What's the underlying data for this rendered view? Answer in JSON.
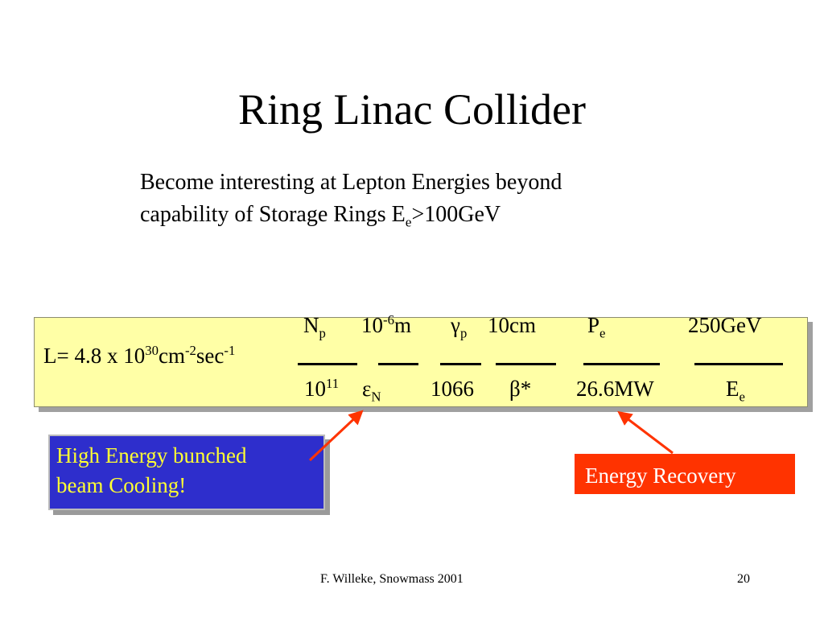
{
  "slide": {
    "title": "Ring Linac Collider",
    "intro": {
      "line1": "Become interesting at Lepton Energies beyond",
      "line2_text": "capability of Storage Rings  E",
      "line2_sub": "e",
      "line2_tail": ">100GeV"
    },
    "formula": {
      "lhs": {
        "prefix": "L= 4.8 x 10",
        "exp1": "30",
        "cm": "cm",
        "exp2": "-2",
        "sec": "sec",
        "exp3": "-1"
      },
      "fractions": [
        {
          "num": "N",
          "num_sub": "p",
          "den": "10",
          "den_sup": "11"
        },
        {
          "num": "10",
          "num_sup": "-6",
          "num_tail": "m",
          "den": "ε",
          "den_sub": "N"
        },
        {
          "num": "γ",
          "num_sub": "p",
          "den": "1066"
        },
        {
          "num": "10cm",
          "den": "β*"
        },
        {
          "num": "P",
          "num_sub": "e",
          "den": "26.6MW"
        },
        {
          "num": "250GeV",
          "den": "E",
          "den_sub": "e"
        }
      ]
    },
    "callouts": {
      "cooling": {
        "line1": "High Energy  bunched",
        "line2": "beam Cooling!"
      },
      "recovery": "Energy Recovery"
    },
    "footer": {
      "credit": "F. Willeke, Snowmass  2001",
      "page": "20"
    },
    "colors": {
      "formula_bg": "#ffffa6",
      "cooling_bg": "#2e2ecc",
      "cooling_text": "#ffff33",
      "recovery_bg": "#ff3300",
      "arrow": "#ff3300"
    }
  }
}
